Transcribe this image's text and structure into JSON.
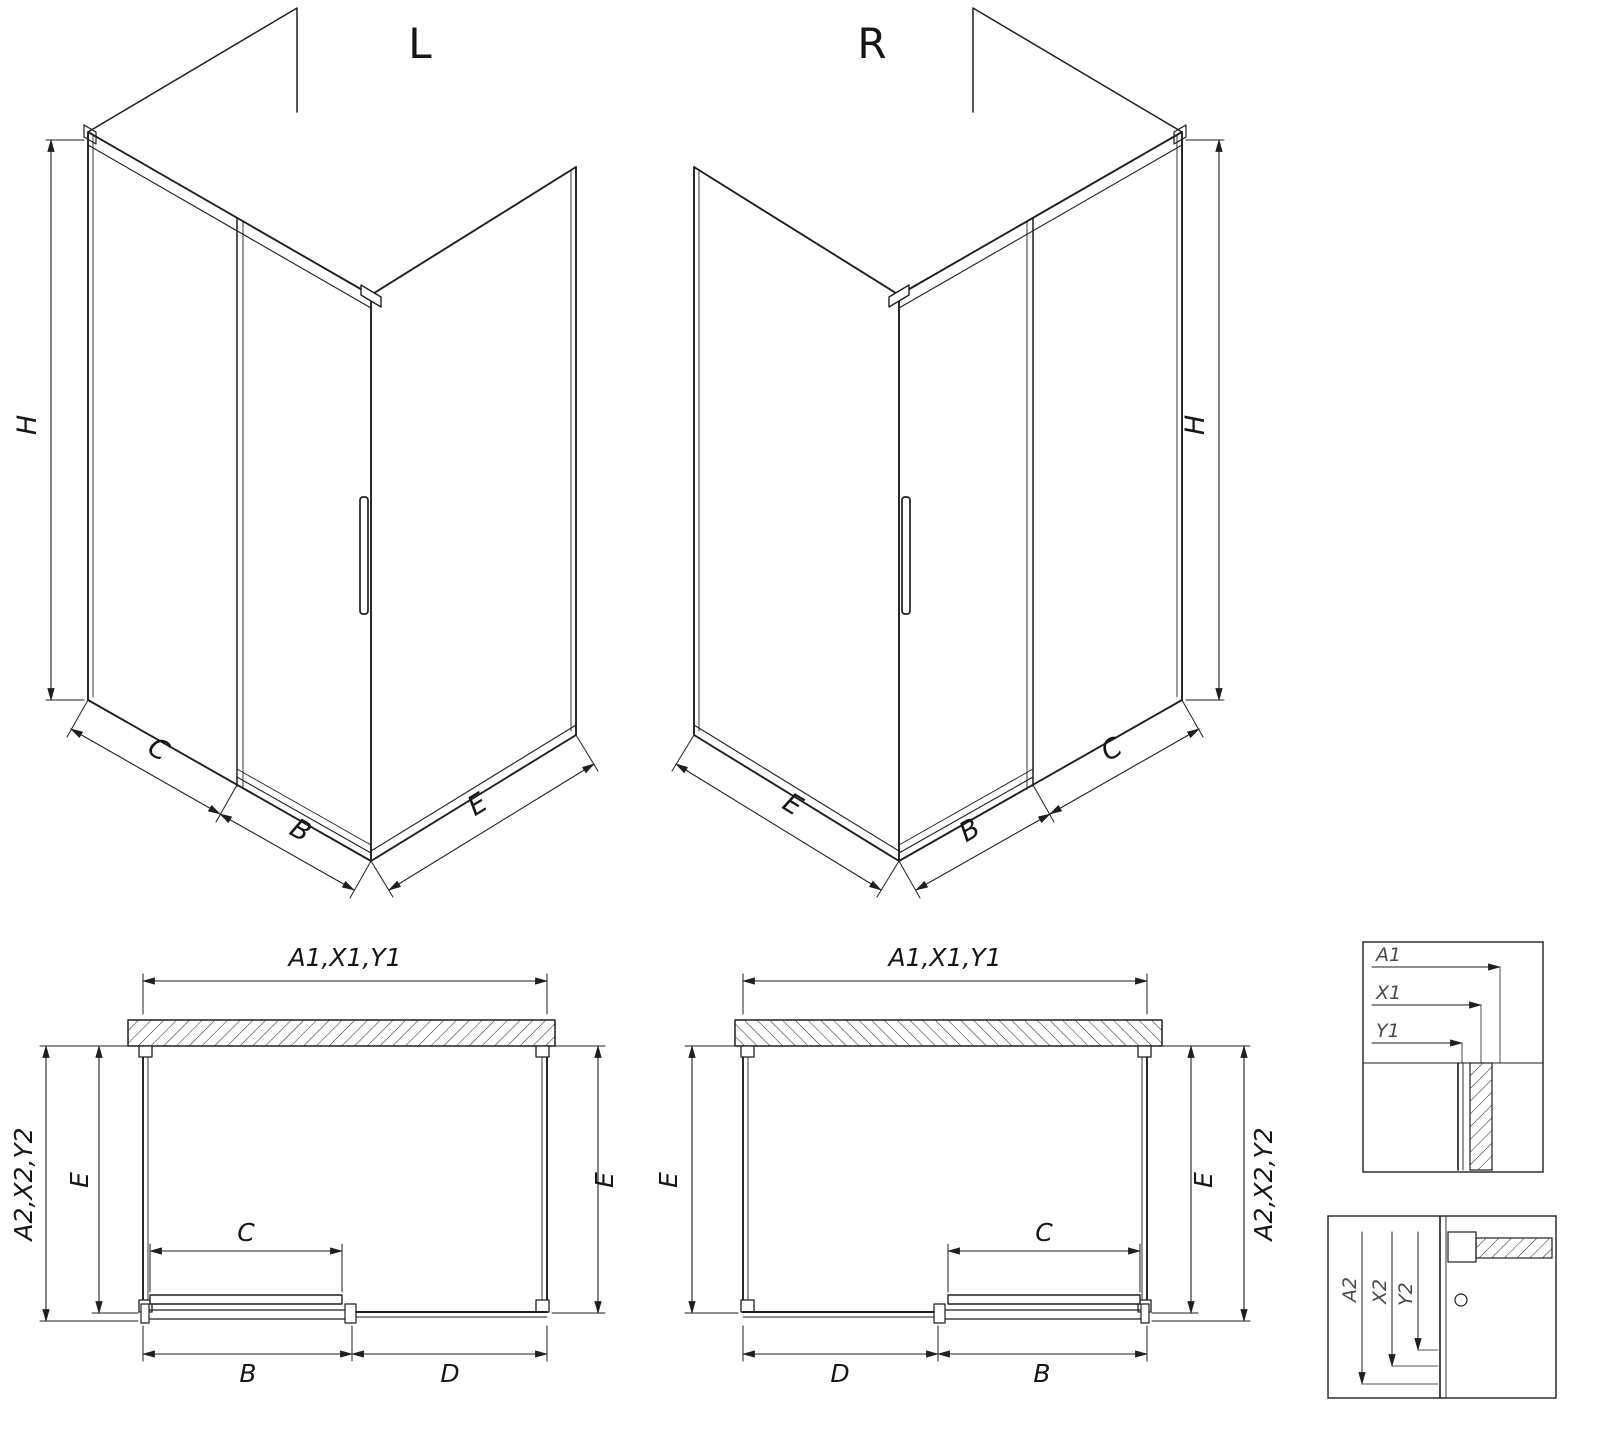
{
  "colors": {
    "background": "#ffffff",
    "line": "#1f1f1f",
    "detail_label": "#4a4a4a"
  },
  "iso_views": {
    "left": {
      "title": "L",
      "dims": {
        "height": "H",
        "panel": "C",
        "door": "B",
        "side": "E"
      }
    },
    "right": {
      "title": "R",
      "dims": {
        "height": "H",
        "panel": "C",
        "door": "B",
        "side": "E"
      }
    }
  },
  "plan_views": {
    "left": {
      "dim_width_top": "A1,X1,Y1",
      "dim_depth_outer": "A2,X2,Y2",
      "dim_depth_left": "E",
      "dim_depth_right": "E",
      "dim_door_glass": "C",
      "dim_door_unit": "B",
      "dim_fixed_panel": "D"
    },
    "right": {
      "dim_width_top": "A1,X1,Y1",
      "dim_depth_outer": "A2,X2,Y2",
      "dim_depth_left": "E",
      "dim_depth_right": "E",
      "dim_door_glass": "C",
      "dim_door_unit": "B",
      "dim_fixed_panel": "D"
    }
  },
  "detail_views": {
    "top": {
      "a1": "A1",
      "x1": "X1",
      "y1": "Y1"
    },
    "bottom": {
      "a2": "A2",
      "x2": "X2",
      "y2": "Y2"
    }
  }
}
